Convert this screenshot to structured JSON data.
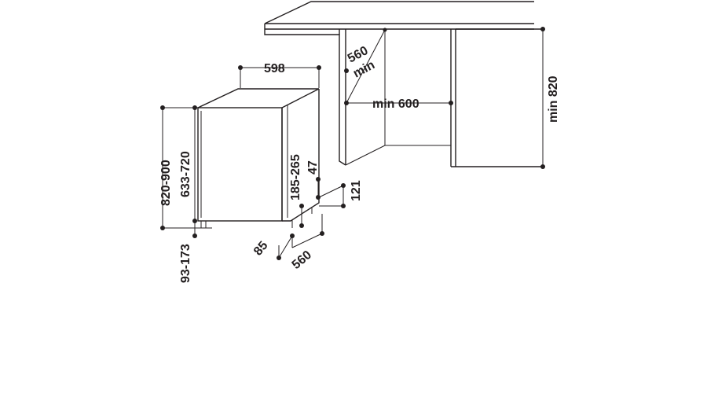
{
  "diagram": {
    "ink_color": "#231f20",
    "background": "#ffffff",
    "dimensions": {
      "width_598": "598",
      "depth_560_min_a": "560",
      "depth_560_min_b": "min",
      "width_min_600": "min 600",
      "height_min_820": "min 820",
      "height_820_900": "820-900",
      "height_633_720": "633-720",
      "plinth_93_173": "93-173",
      "door_185_265": "185-265",
      "gap_47": "47",
      "height_121": "121",
      "depth_85": "85",
      "depth_560": "560"
    }
  }
}
